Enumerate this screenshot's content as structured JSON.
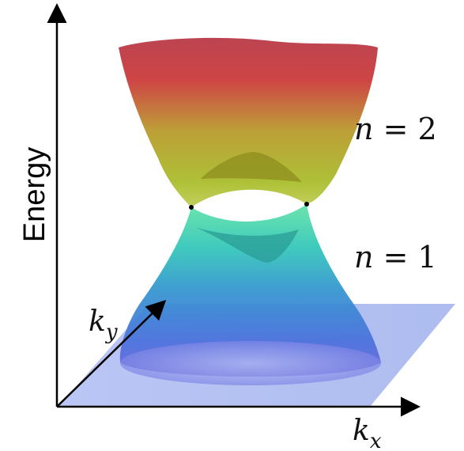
{
  "axes": {
    "vertical_label": "Energy",
    "x_label_base": "k",
    "x_label_sub": "x",
    "y_label_base": "k",
    "y_label_sub": "y"
  },
  "bands": {
    "upper": {
      "label_var": "n",
      "label_eq": " = 2",
      "top_color": "#c23a3a",
      "mid_color": "#b89a2a",
      "bottom_color": "#a8b82a"
    },
    "lower": {
      "label_var": "n",
      "label_eq": " = 1",
      "top_color": "#2ec8b0",
      "mid_color": "#2f8fd0",
      "bottom_color": "#5a5fd8"
    }
  },
  "plane_color": "#a9b7f0",
  "touch_points": 2
}
